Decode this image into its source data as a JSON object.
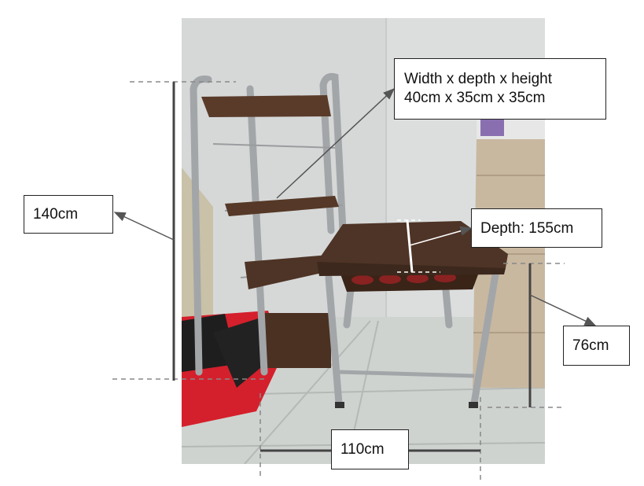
{
  "photo": {
    "colors": {
      "wall": "#dedfdf",
      "floor": "#cfd3d0",
      "frame": "#a3a6a8",
      "wood": "#4e3426",
      "stepper_red": "#d4202c",
      "drawer_unit": "#c9b8a0"
    }
  },
  "annotations": {
    "shelf_spec": {
      "line1": "Width x depth x height",
      "line2": "40cm x 35cm x 35cm"
    },
    "total_height": "140cm",
    "desk_depth": "Depth: 155cm",
    "desk_height": "76cm",
    "desk_width": "110cm"
  },
  "style": {
    "marker_color": "#555555",
    "dash_color": "#888888"
  }
}
